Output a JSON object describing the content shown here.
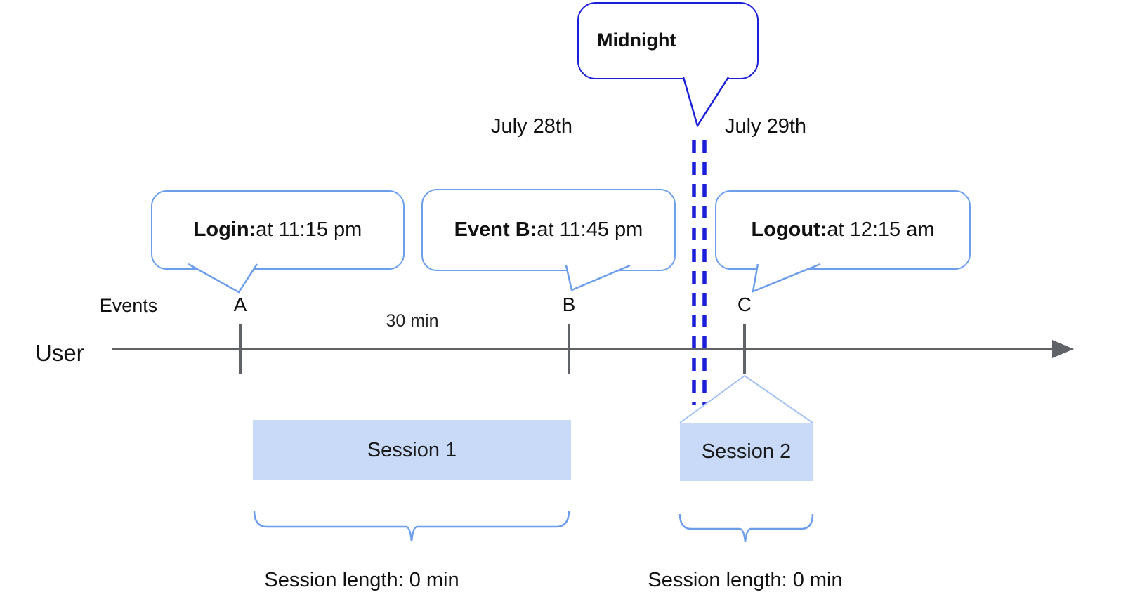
{
  "palette": {
    "dark_blue": "#1b1fd9",
    "light_blue": "#6d9eeb",
    "pale_blue": "#a4c2f4",
    "session_fill": "#c9daf8",
    "axis_gray": "#5f6368",
    "text": "#111111"
  },
  "midnight_callout": {
    "label": "Midnight"
  },
  "dates": {
    "left": "July 28th",
    "right": "July 29th"
  },
  "axis": {
    "row_label": "Events",
    "user_label": "User",
    "interval_label": "30 min"
  },
  "events": [
    {
      "letter": "A",
      "callout_bold": "Login:",
      "callout_rest": " at 11:15 pm"
    },
    {
      "letter": "B",
      "callout_bold": "Event B:",
      "callout_rest": " at 11:45 pm"
    },
    {
      "letter": "C",
      "callout_bold": "Logout:",
      "callout_rest": " at 12:15 am"
    }
  ],
  "sessions": [
    {
      "name": "Session 1",
      "length_label": "Session length: 0 min"
    },
    {
      "name": "Session 2",
      "length_label": "Session length: 0 min"
    }
  ]
}
